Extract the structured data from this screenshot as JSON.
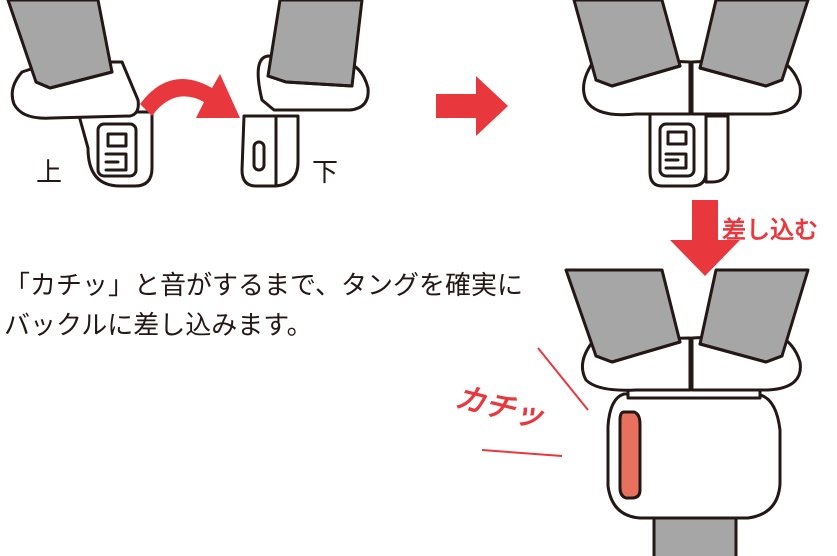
{
  "labels": {
    "top": "上",
    "bottom": "下",
    "insert": "差し込む",
    "click_sound": "カチッ"
  },
  "instruction": {
    "line1": "「カチッ」と音がするまで、タングを確実に",
    "line2": "バックルに差し込みます。"
  },
  "colors": {
    "belt_gray": "#a6a6a6",
    "outline": "#231815",
    "accent_red": "#e8383d",
    "latch_red": "#e8705e"
  },
  "icons": [
    "curved-arrow-icon",
    "right-arrow-icon",
    "down-arrow-icon"
  ]
}
